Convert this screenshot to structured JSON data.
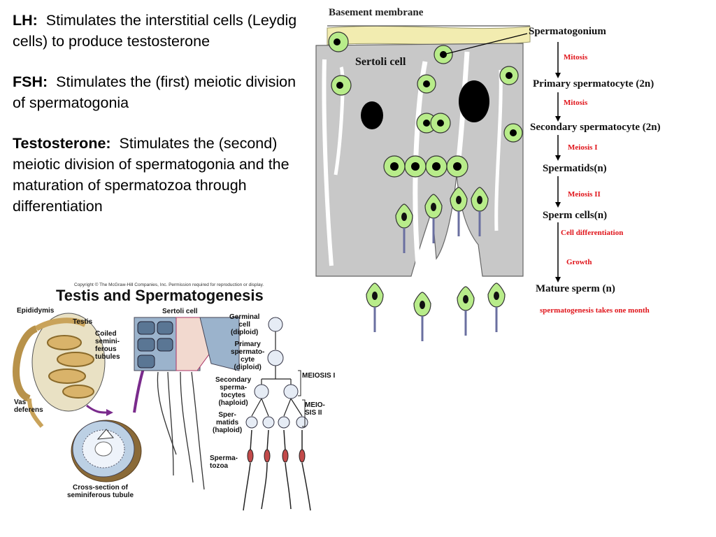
{
  "hormones": [
    {
      "name": "LH:",
      "text": "Stimulates the interstitial cells (Leydig cells) to produce testosterone"
    },
    {
      "name": "FSH:",
      "text": "Stimulates the (first) meiotic division of spermatogonia"
    },
    {
      "name": "Testosterone:",
      "text": "Stimulates the (second) meiotic division of spermatogonia and the maturation of spermatozoa through differentiation"
    }
  ],
  "sertoli_diagram": {
    "basement_membrane": "Basement membrane",
    "sertoli_cell": "Sertoli cell",
    "stages": [
      "Spermatogonium",
      "Primary spermatocyte (2n)",
      "Secondary spermatocyte (2n)",
      "Spermatids(n)",
      "Sperm cells(n)",
      "Mature sperm (n)"
    ],
    "processes": [
      "Mitosis",
      "Mitosis",
      "Meiosis I",
      "Meiosis II",
      "Cell differentiation",
      "Growth"
    ],
    "note": "spermatogenesis takes one month",
    "colors": {
      "cell_fill": "#b8ec8a",
      "sertoli_fill": "#c8c8c8",
      "membrane_fill": "#f2ecb0",
      "process_text": "#e0141a"
    }
  },
  "testis_figure": {
    "copyright": "Copyright © The McGraw-Hill Companies, Inc. Permission required for reproduction or display.",
    "title": "Testis and Spermatogenesis",
    "labels": {
      "epididymis": "Epididymis",
      "testis": "Testis",
      "coiled": [
        "Coiled",
        "semini-",
        "ferous",
        "tubules"
      ],
      "vas": [
        "Vas",
        "deferens"
      ],
      "cross_section": [
        "Cross-section of",
        "seminiferous tubule"
      ],
      "sertoli": "Sertoli cell",
      "germinal": [
        "Germinal",
        "cell",
        "(diploid)"
      ],
      "primary": [
        "Primary",
        "spermato-",
        "cyte",
        "(diploid)"
      ],
      "meiosis1": "MEIOSIS I",
      "secondary": [
        "Secondary",
        "sperma-",
        "tocytes",
        "(haploid)"
      ],
      "meiosis2": [
        "MEIO-",
        "SIS II"
      ],
      "spermatids": [
        "Sper-",
        "matids",
        "(haploid)"
      ],
      "spermatozoa": [
        "Sperma-",
        "tozoa"
      ]
    }
  }
}
